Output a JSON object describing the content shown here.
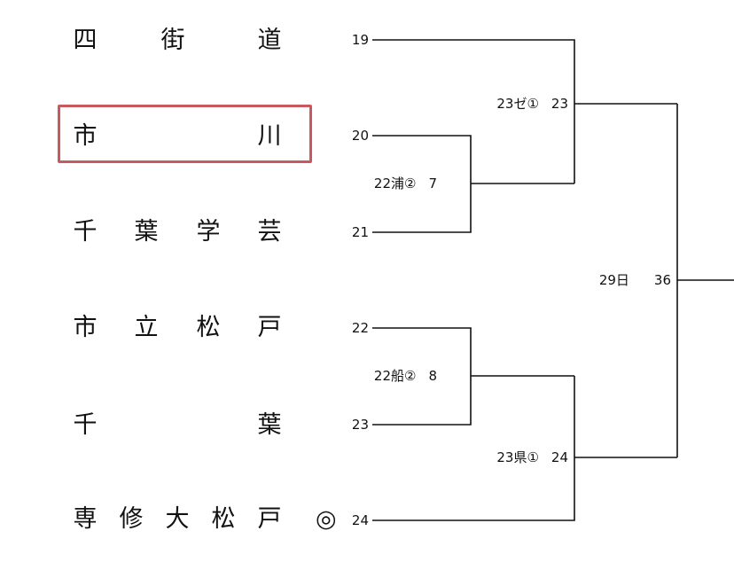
{
  "teams": [
    {
      "chars": [
        "四",
        "街",
        "道"
      ],
      "mark": "",
      "slot": "19"
    },
    {
      "chars": [
        "市",
        "川"
      ],
      "mark": "",
      "slot": "20"
    },
    {
      "chars": [
        "千",
        "葉",
        "学",
        "芸"
      ],
      "mark": "",
      "slot": "21"
    },
    {
      "chars": [
        "市",
        "立",
        "松",
        "戸"
      ],
      "mark": "",
      "slot": "22"
    },
    {
      "chars": [
        "千",
        "葉"
      ],
      "mark": "",
      "slot": "23"
    },
    {
      "chars": [
        "専",
        "修",
        "大",
        "松",
        "戸"
      ],
      "mark": "◎",
      "slot": "24"
    }
  ],
  "highlighted_team_index": 1,
  "matches": {
    "m7": {
      "date": "22浦②",
      "number": "7"
    },
    "m8": {
      "date": "22船②",
      "number": "8"
    },
    "m23": {
      "date": "23ゼ①",
      "number": "23"
    },
    "m24": {
      "date": "23県①",
      "number": "24"
    },
    "m36": {
      "date": "29日",
      "number": "36"
    }
  },
  "colors": {
    "line": "#111111",
    "highlight_border": "#c9585f"
  }
}
